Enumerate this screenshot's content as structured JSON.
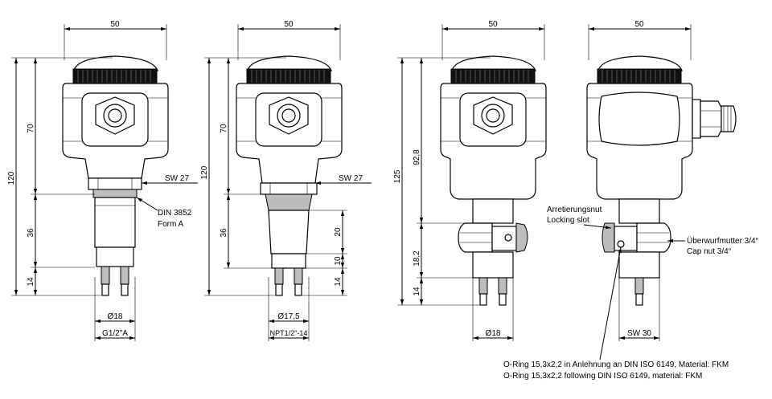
{
  "views": [
    {
      "id": "g12a",
      "width": "50",
      "total_height": "120",
      "head_height": "70",
      "neck_height": "36",
      "tip_height": "14",
      "wrench": "SW 27",
      "diameter": "Ø18",
      "thread": "G1/2\"A",
      "note_line1": "DIN 3852",
      "note_line2": "Form A"
    },
    {
      "id": "npt",
      "width": "50",
      "total_height": "120",
      "head_height": "70",
      "neck_height": "36",
      "tip_height": "14",
      "wrench": "SW 27",
      "diameter": "Ø17,5",
      "thread": "NPT1/2\"-14",
      "dim_20": "20",
      "dim_10": "10",
      "dim_14": "14"
    },
    {
      "id": "capnut-front",
      "width": "50",
      "total_height": "125",
      "head_height": "92,8",
      "lower_height": "18,2",
      "tip_height": "14",
      "diameter": "Ø18"
    },
    {
      "id": "capnut-side",
      "width": "50",
      "wrench": "SW 30",
      "locking_de": "Arretierungsnut",
      "locking_en": "Locking slot",
      "capnut_de": "Überwurfmutter 3/4“",
      "capnut_en": "Cap nut 3/4“"
    }
  ],
  "oring": {
    "line_de": "O-Ring 15,3x2,2 in Anlehnung an DIN ISO 6149, Material: FKM",
    "line_en": "O-Ring 15,3x2,2 following DIN ISO 6149, material: FKM"
  }
}
